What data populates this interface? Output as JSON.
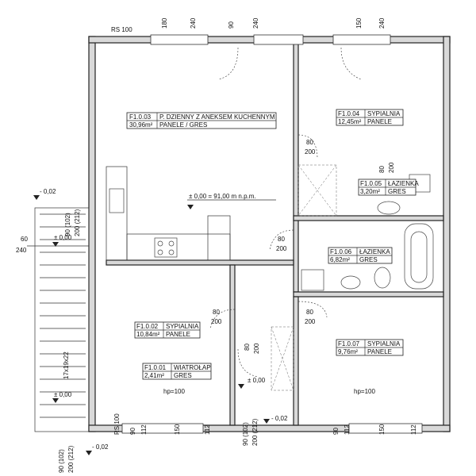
{
  "rooms": [
    {
      "id": "F1.0.03",
      "name": "P. DZIENNY Z ANEKSEM KUCHENNYM",
      "area": "30,96m²",
      "finish": "PANELE / GRES"
    },
    {
      "id": "F1.0.04",
      "name": "SYPIALNIA",
      "area": "12,45m²",
      "finish": "PANELE"
    },
    {
      "id": "F1.0.05",
      "name": "ŁAZIENKA",
      "area": "3,20m²",
      "finish": "GRES"
    },
    {
      "id": "F1.0.06",
      "name": "ŁAZIENKA",
      "area": "6,82m²",
      "finish": "GRES"
    },
    {
      "id": "F1.0.02",
      "name": "SYPIALNIA",
      "area": "10,84m²",
      "finish": "PANELE"
    },
    {
      "id": "F1.0.01",
      "name": "WIATROŁAP",
      "area": "2,41m²",
      "finish": "GRES"
    },
    {
      "id": "F1.0.07",
      "name": "SYPIALNIA",
      "area": "9,76m²",
      "finish": "PANELE"
    }
  ],
  "annotations": {
    "level_main": "± 0,00 = 91,00 m n.p.m.",
    "level_zero": "± 0,00",
    "level_minus": "- 0,02",
    "rs_label": "RS 100",
    "hp_label": "hp=100",
    "stair_label": "17x19x22"
  },
  "dimensions": {
    "top": [
      "180",
      "240",
      "90",
      "240",
      "150",
      "240"
    ],
    "bottom_left": [
      "90",
      "112",
      "150",
      "112"
    ],
    "bottom_right": [
      "90",
      "112",
      "150",
      "112"
    ],
    "door_80_200": [
      "80",
      "200"
    ],
    "door_90": [
      "90 (102)",
      "200 (212)"
    ],
    "side_60_240": [
      "60",
      "240"
    ],
    "shower_80": [
      "80",
      "200"
    ]
  }
}
